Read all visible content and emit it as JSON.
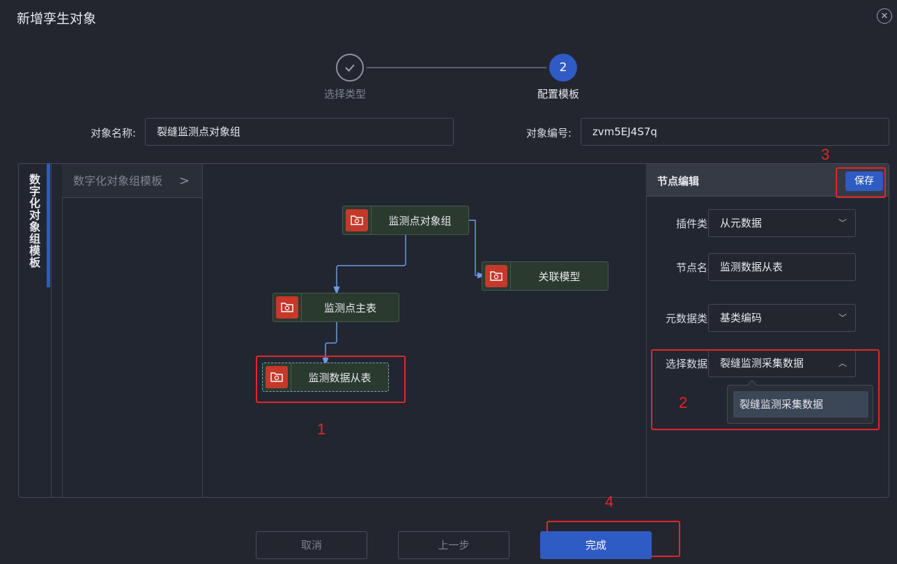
{
  "dialog": {
    "title": "新增孪生对象",
    "close_icon": "close-icon"
  },
  "steps": [
    {
      "label": "选择类型",
      "state": "done",
      "icon": "check-icon"
    },
    {
      "label": "配置模板",
      "state": "active",
      "number": "2"
    }
  ],
  "form": {
    "name_label": "对象名称:",
    "name_value": "裂缝监测点对象组",
    "code_label": "对象编号:",
    "code_value": "zvm5EJ4S7q"
  },
  "sidebar": {
    "vertical_tab": "数字化对象组模板",
    "template_header": "数字化对象组模板"
  },
  "canvas": {
    "nodes": [
      {
        "label": "监测点对象组",
        "icon": "folder-sync-icon"
      },
      {
        "label": "关联模型",
        "icon": "folder-sync-icon"
      },
      {
        "label": "监测点主表",
        "icon": "folder-sync-icon"
      },
      {
        "label": "监测数据从表",
        "icon": "folder-sync-icon",
        "selected": true
      }
    ]
  },
  "editor": {
    "title": "节点编辑",
    "save_label": "保存",
    "fields": [
      {
        "label": "插件类型",
        "value": "从元数据",
        "type": "select"
      },
      {
        "label": "节点名称",
        "value": "监测数据从表",
        "type": "input"
      },
      {
        "label": "元数据类型",
        "value": "基类编码",
        "type": "select"
      },
      {
        "label": "选择数据集",
        "value": "裂缝监测采集数据",
        "type": "select",
        "open": true
      }
    ],
    "dropdown_options": [
      "裂缝监测采集数据"
    ]
  },
  "annotations": [
    "1",
    "2",
    "3",
    "4"
  ],
  "footer": {
    "cancel_label": "取消",
    "prev_label": "上一步",
    "finish_label": "完成"
  },
  "colors": {
    "accent": "#2f5bc4",
    "annotation": "#e3262a",
    "node_icon": "#c5382a",
    "background": "#23262f"
  }
}
